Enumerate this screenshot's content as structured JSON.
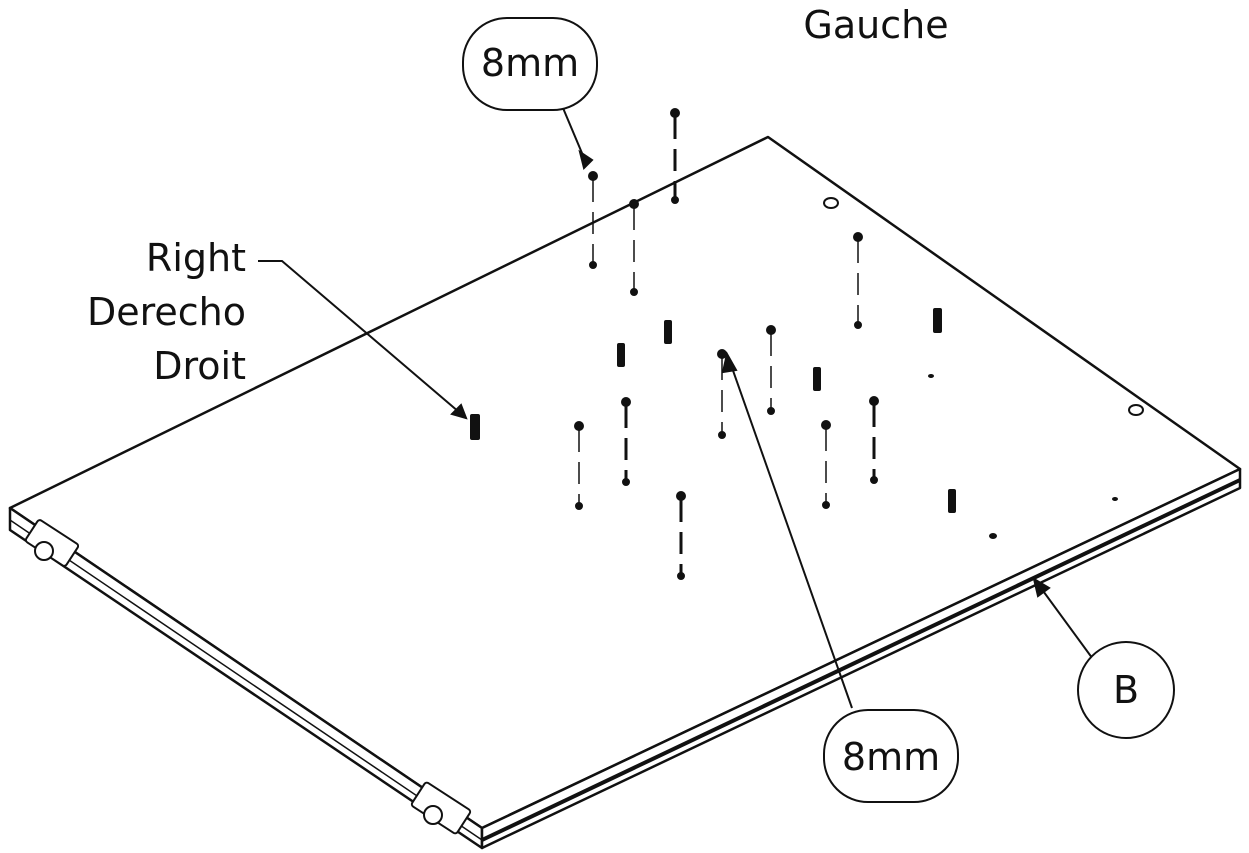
{
  "labels": {
    "top_side": "Gauche",
    "left_side_lines": [
      "Right",
      "Derecho",
      "Droit"
    ],
    "screw_callout_top": "8mm",
    "screw_callout_bottom": "8mm",
    "part_letter": "B"
  },
  "colors": {
    "line": "#111111",
    "panel_fill": "#ffffff",
    "background": "#ffffff"
  },
  "hardware": {
    "screw_icon": "screw-icon",
    "dowel_icon": "dowel-icon",
    "hole_icon": "hole-icon",
    "cam_icon": "cam-lock-icon"
  }
}
